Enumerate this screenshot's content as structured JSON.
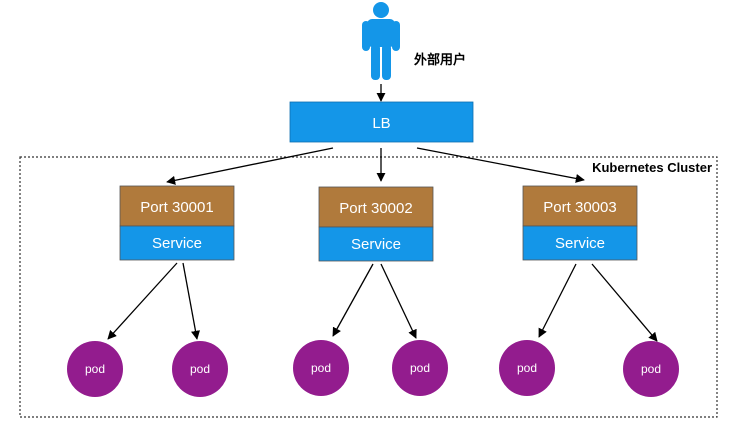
{
  "user": {
    "label": "外部用户",
    "icon": "person-icon",
    "color": "#1496E8"
  },
  "load_balancer": {
    "label": "LB",
    "color": "#1496E8"
  },
  "cluster": {
    "label": "Kubernetes Cluster"
  },
  "services": [
    {
      "port_label": "Port 30001",
      "service_label": "Service",
      "pods": [
        "pod",
        "pod"
      ]
    },
    {
      "port_label": "Port 30002",
      "service_label": "Service",
      "pods": [
        "pod",
        "pod"
      ]
    },
    {
      "port_label": "Port 30003",
      "service_label": "Service",
      "pods": [
        "pod",
        "pod"
      ]
    }
  ],
  "colors": {
    "port_box": "#B07A3C",
    "service_box": "#1496E8",
    "pod": "#931C8E",
    "text_light": "#ffffff",
    "text_dark": "#000000"
  }
}
